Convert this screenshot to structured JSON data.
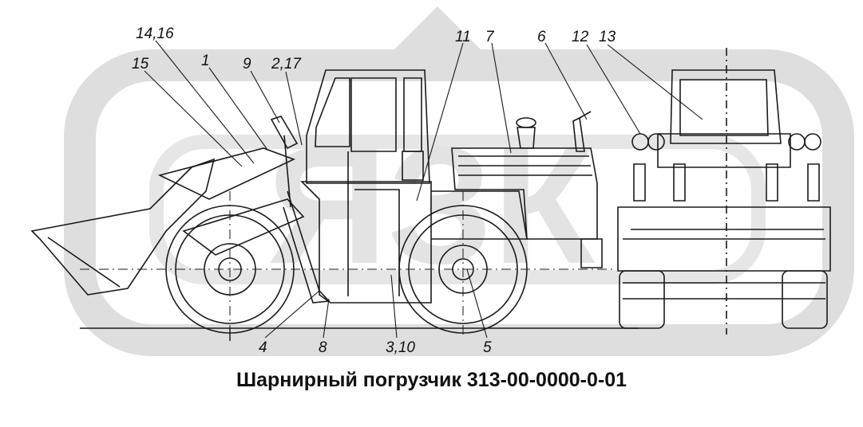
{
  "caption": "Шарнирный погрузчик 313-00-0000-0-01",
  "watermark": {
    "text": "ЯЗК",
    "color": "#d9d9d9"
  },
  "colors": {
    "ink": "#1a1a1a",
    "frame": "#dcdcdc"
  },
  "callouts": [
    "14,16",
    "15",
    "1",
    "9",
    "2,17",
    "11",
    "7",
    "6",
    "12",
    "13",
    "4",
    "8",
    "3,10",
    "5"
  ],
  "icons": [
    "loader-side-view-drawing",
    "loader-front-view-drawing",
    "watermark-logo-icon"
  ]
}
